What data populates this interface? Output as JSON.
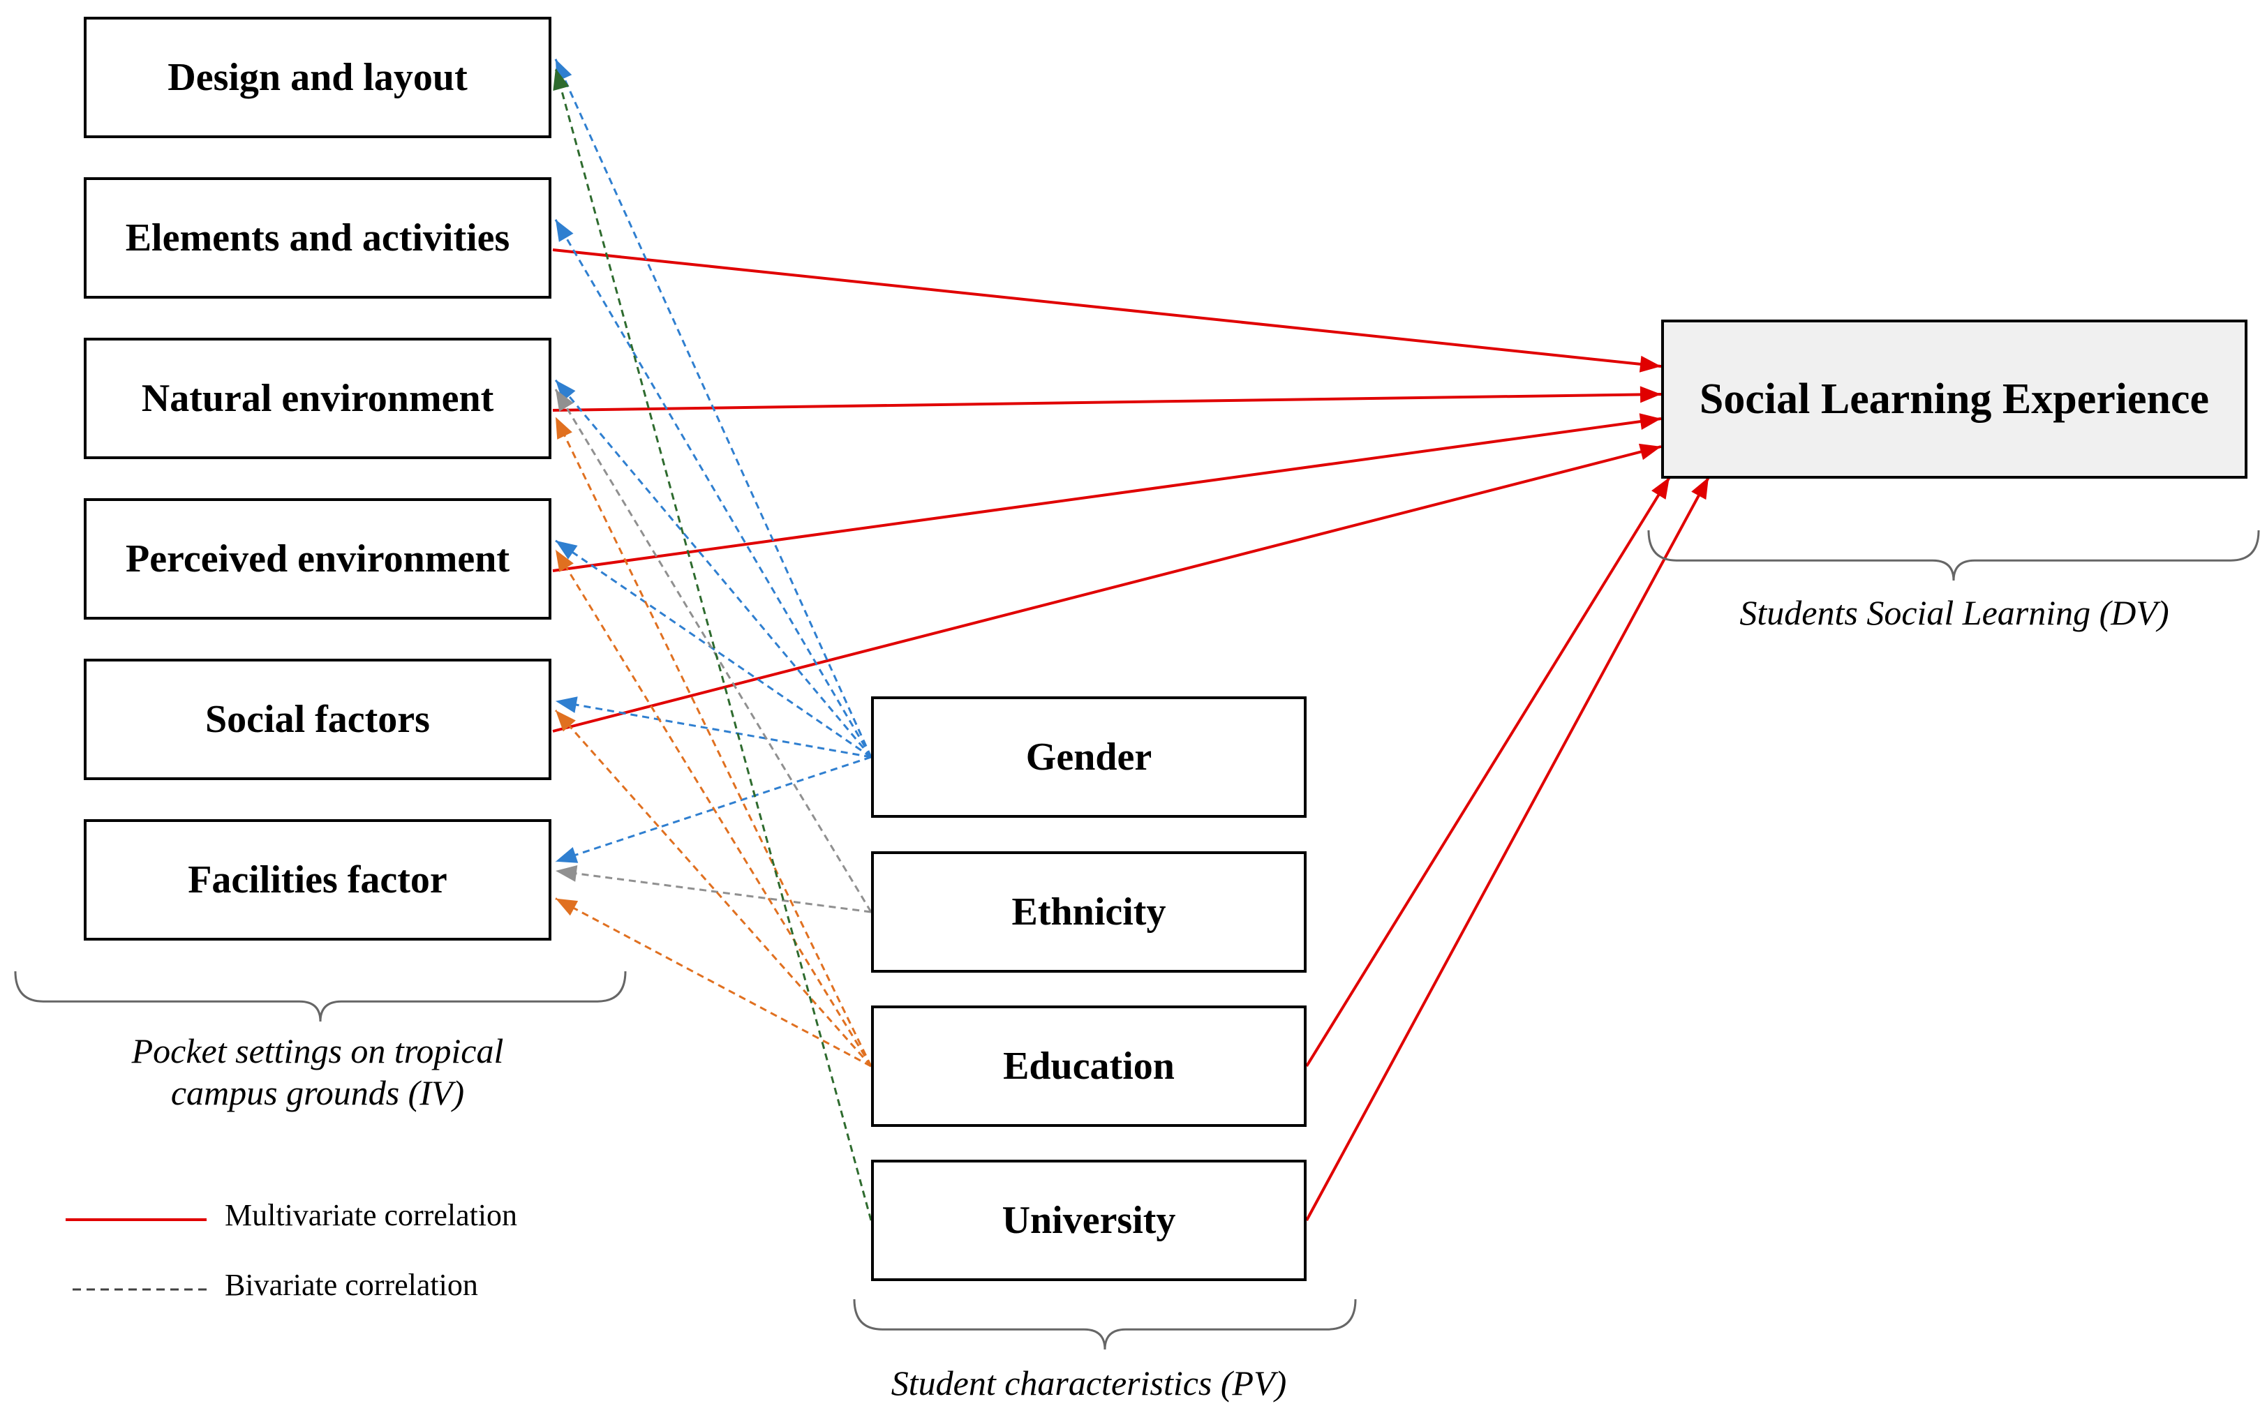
{
  "iv_boxes": [
    {
      "label": "Design and layout"
    },
    {
      "label": "Elements and activities"
    },
    {
      "label": "Natural environment"
    },
    {
      "label": "Perceived environment"
    },
    {
      "label": "Social factors"
    },
    {
      "label": "Facilities factor"
    }
  ],
  "pv_boxes": [
    {
      "label": "Gender"
    },
    {
      "label": "Ethnicity"
    },
    {
      "label": "Education"
    },
    {
      "label": "University"
    }
  ],
  "dv_box": {
    "label": "Social Learning Experience"
  },
  "captions": {
    "iv": "Pocket settings on tropical campus grounds (IV)",
    "pv": "Student characteristics (PV)",
    "dv": "Students Social Learning (DV)"
  },
  "legend": {
    "multivariate": "Multivariate correlation",
    "bivariate": "Bivariate correlation"
  },
  "colors": {
    "multivariate": "#e00000",
    "gender": "#2f7fd0",
    "ethnicity": "#909090",
    "education": "#e07020",
    "university": "#2e6b2e",
    "legend_dashed": "#404040"
  },
  "multivariate_links": [
    {
      "from": "Elements and activities",
      "to": "Social Learning Experience"
    },
    {
      "from": "Natural environment",
      "to": "Social Learning Experience"
    },
    {
      "from": "Perceived environment",
      "to": "Social Learning Experience"
    },
    {
      "from": "Social factors",
      "to": "Social Learning Experience"
    },
    {
      "from": "Education",
      "to": "Social Learning Experience"
    },
    {
      "from": "University",
      "to": "Social Learning Experience"
    }
  ],
  "bivariate_links": [
    {
      "from": "Gender",
      "to": "Design and layout",
      "color": "gender"
    },
    {
      "from": "Gender",
      "to": "Elements and activities",
      "color": "gender"
    },
    {
      "from": "Gender",
      "to": "Natural environment",
      "color": "gender"
    },
    {
      "from": "Gender",
      "to": "Perceived environment",
      "color": "gender"
    },
    {
      "from": "Gender",
      "to": "Social factors",
      "color": "gender"
    },
    {
      "from": "Gender",
      "to": "Facilities factor",
      "color": "gender"
    },
    {
      "from": "Ethnicity",
      "to": "Natural environment",
      "color": "ethnicity"
    },
    {
      "from": "Ethnicity",
      "to": "Facilities factor",
      "color": "ethnicity"
    },
    {
      "from": "Education",
      "to": "Natural environment",
      "color": "education"
    },
    {
      "from": "Education",
      "to": "Perceived environment",
      "color": "education"
    },
    {
      "from": "Education",
      "to": "Social factors",
      "color": "education"
    },
    {
      "from": "Education",
      "to": "Facilities factor",
      "color": "education"
    },
    {
      "from": "University",
      "to": "Design and layout",
      "color": "university"
    }
  ]
}
